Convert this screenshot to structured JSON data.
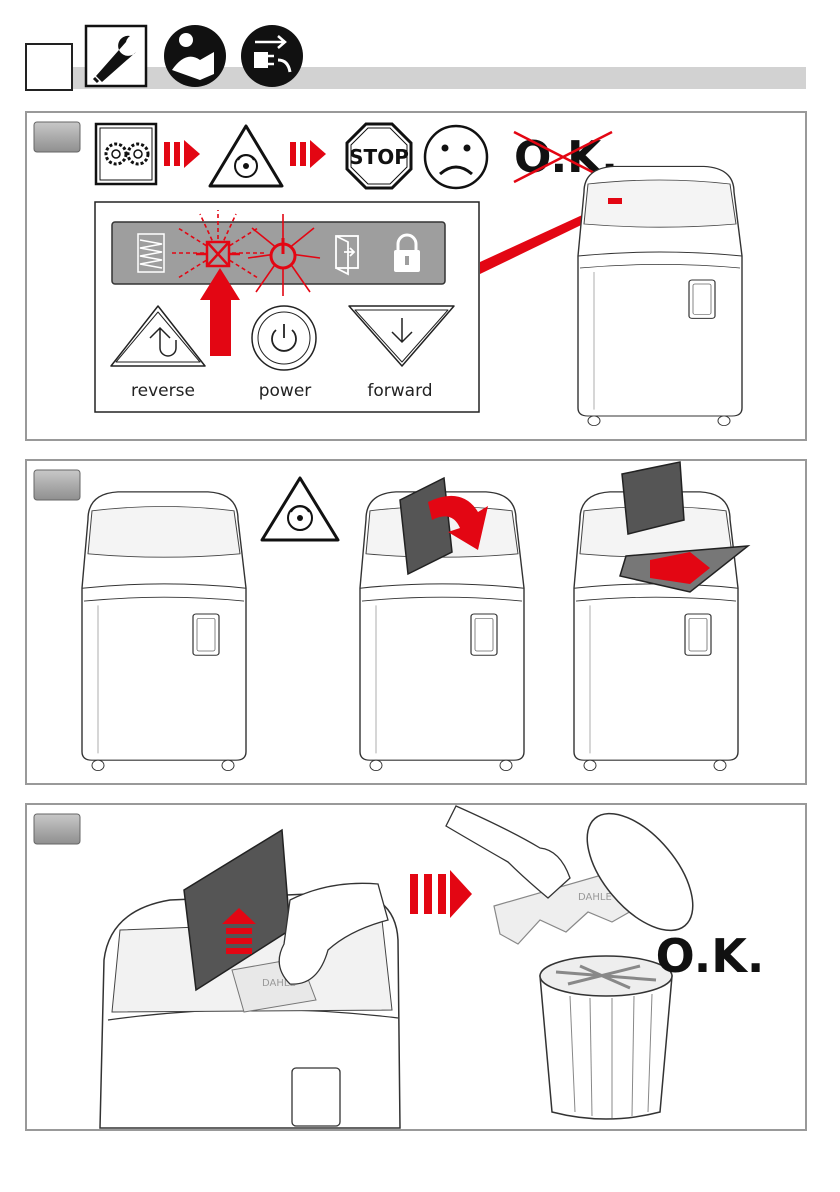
{
  "header": {
    "step_box_icon": "blank-step-box",
    "icons": [
      "wrench-icon",
      "read-manual-icon",
      "unplug-icon"
    ]
  },
  "panel1": {
    "sequence_icons": [
      "gears-icon",
      "arrow-right-icon",
      "auto-feed-warning-icon",
      "arrow-right-icon",
      "stop-sign-icon",
      "sad-face-icon",
      "ok-crossed-icon"
    ],
    "stop_text": "STOP",
    "ok_crossed_text": "O.K.",
    "control_panel": {
      "indicators": [
        "bin-full-icon",
        "paper-jam-icon",
        "power-led-icon",
        "door-open-icon",
        "lock-icon"
      ],
      "buttons": [
        {
          "label": "reverse",
          "icon": "reverse-arrow-icon"
        },
        {
          "label": "power",
          "icon": "power-icon"
        },
        {
          "label": "forward",
          "icon": "forward-arrow-icon"
        }
      ]
    }
  },
  "panel2": {
    "warning_icon": "auto-feed-warning-icon"
  },
  "panel3": {
    "ok_text": "O.K.",
    "brand_text": "DAHLE",
    "colors": {
      "accent": "#e30613"
    }
  }
}
